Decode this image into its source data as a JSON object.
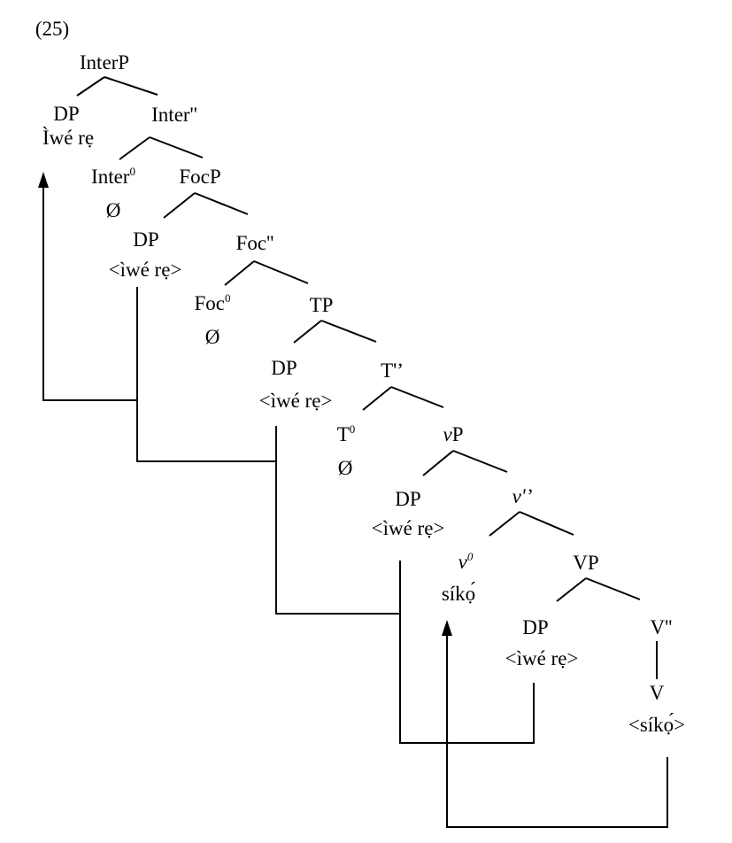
{
  "example_number": "(25)",
  "nodes": {
    "interp": "InterP",
    "dp1": "DP",
    "dp1_word": "Ìwé rẹ",
    "inter_bar": "Inter''",
    "inter0": "Inter",
    "inter0_sup": "0",
    "inter0_val": "Ø",
    "focp": "FocP",
    "dp2": "DP",
    "dp2_word": "<ìwé rẹ>",
    "foc_bar": "Foc''",
    "foc0": "Foc",
    "foc0_sup": "0",
    "foc0_val": "Ø",
    "tp": "TP",
    "dp3": "DP",
    "dp3_word": "<ìwé rẹ>",
    "t_bar": "T'’",
    "t0": "T",
    "t0_sup": "0",
    "t0_val": "Ø",
    "vp_small_v": "v",
    "vp_small_p": "P",
    "dp4": "DP",
    "dp4_word": "<ìwé rẹ>",
    "v_bar": "v'’",
    "v0": "v",
    "v0_sup": "0",
    "v0_val": "síkọ́",
    "vp": "VP",
    "dp5": "DP",
    "dp5_word": "<ìwé rẹ>",
    "V_bar": "V''",
    "V": "V",
    "V_word": "<síkọ́>"
  }
}
